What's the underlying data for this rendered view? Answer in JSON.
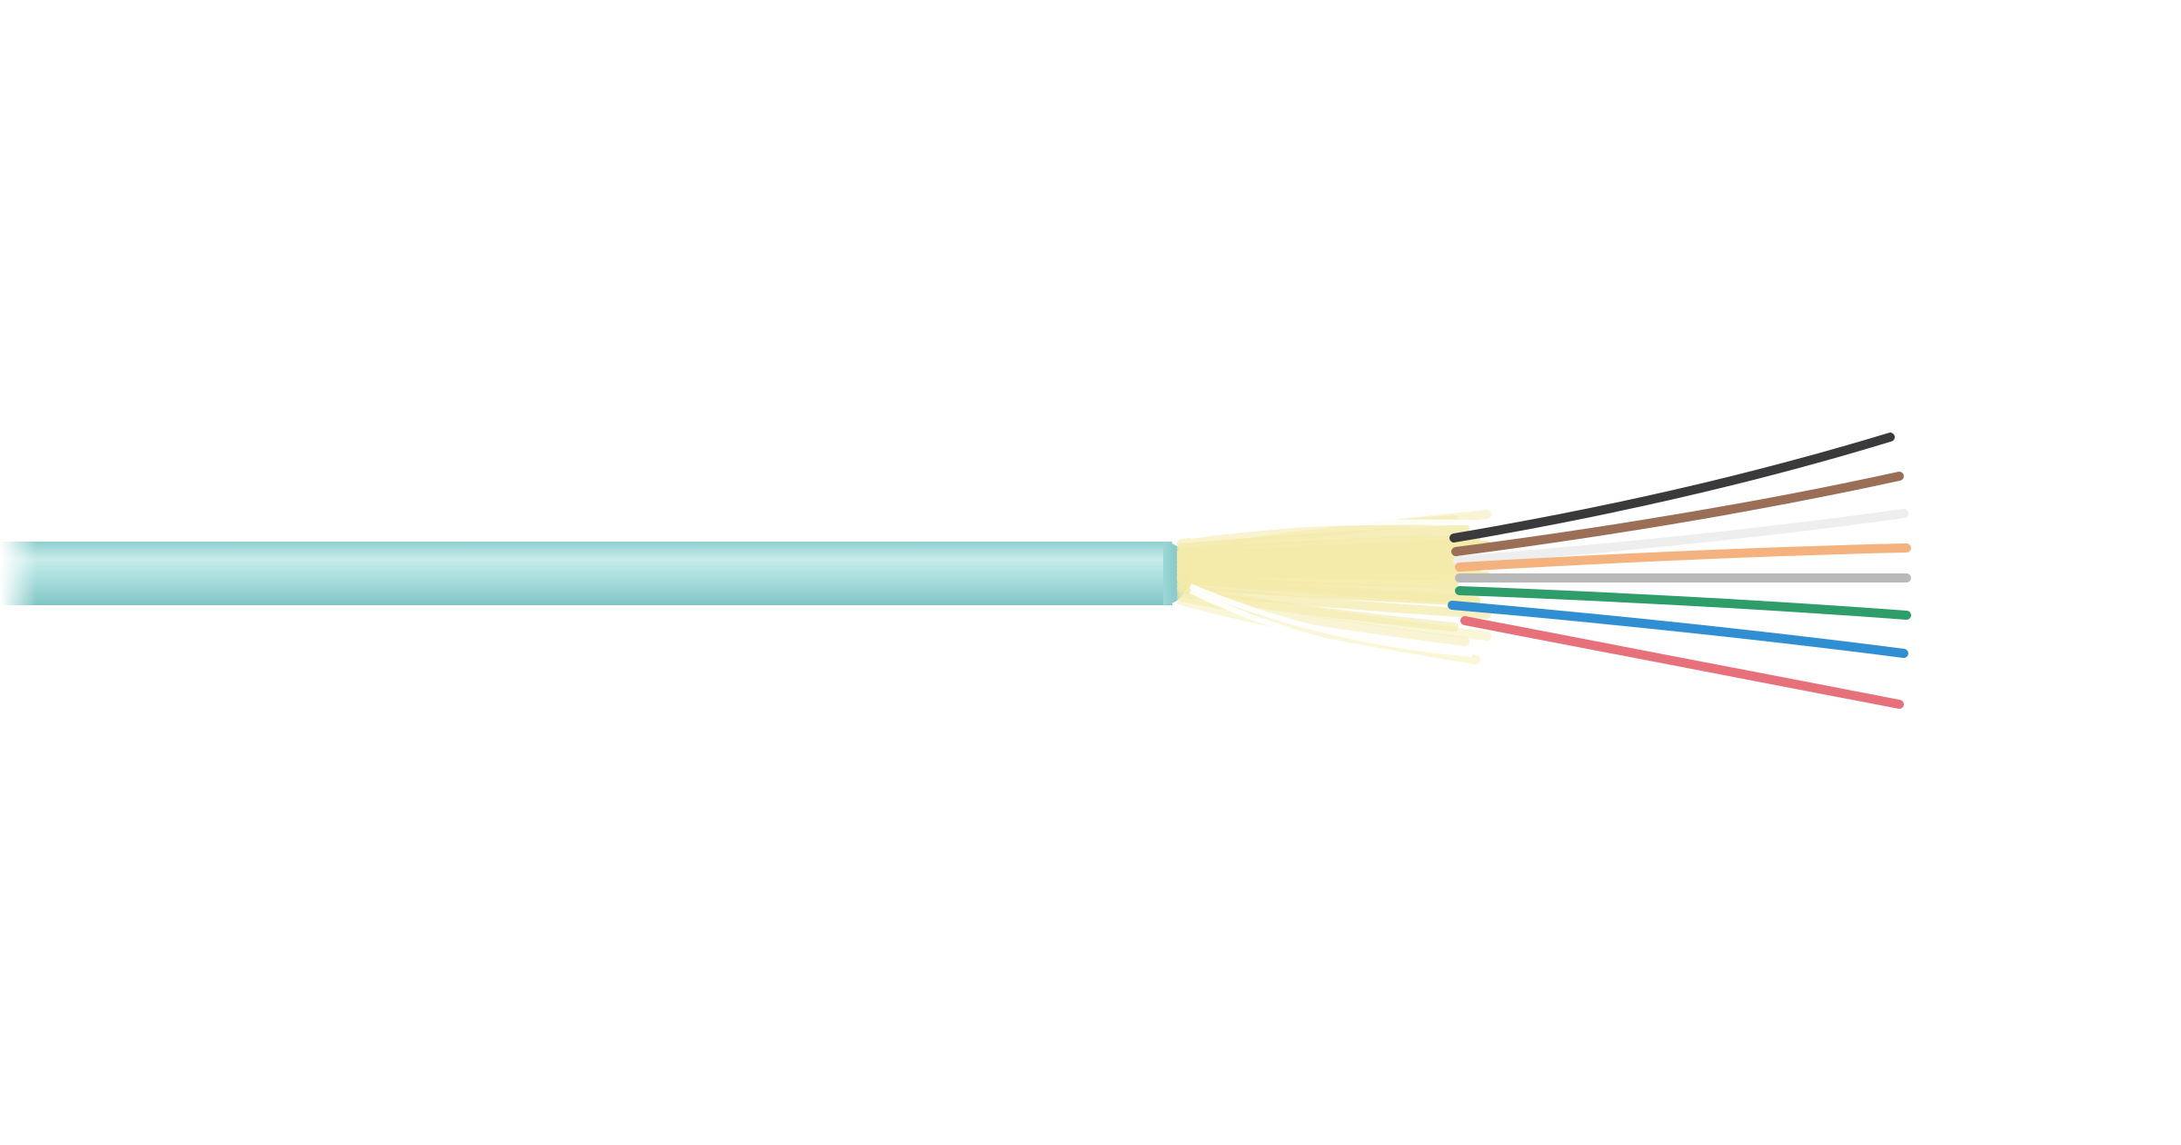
{
  "image": {
    "subject": "fiber-optic-cable",
    "background_color": "#ffffff"
  },
  "jacket": {
    "color": "#a9dddc"
  },
  "strength_yarn": {
    "color": "#f4eaa9"
  },
  "fibers": [
    {
      "name": "black",
      "color": "#3a3a3c"
    },
    {
      "name": "brown",
      "color": "#9a6e57"
    },
    {
      "name": "white",
      "color": "#f1f1f1"
    },
    {
      "name": "orange",
      "color": "#f4b27e"
    },
    {
      "name": "gray",
      "color": "#b9b9b9"
    },
    {
      "name": "green",
      "color": "#2f9d6a"
    },
    {
      "name": "blue",
      "color": "#2f8fd2"
    },
    {
      "name": "red",
      "color": "#e7717a"
    }
  ]
}
